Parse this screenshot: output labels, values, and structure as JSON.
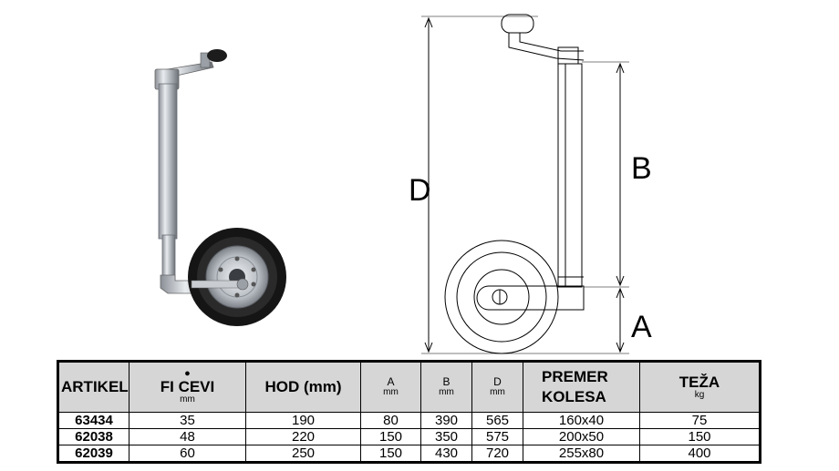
{
  "drawing": {
    "labels": {
      "d": "D",
      "b": "B",
      "a": "A"
    }
  },
  "table": {
    "headers": {
      "artikel": "ARTIKEL",
      "fi_cevi": {
        "dot": "●",
        "title": "FI CEVI",
        "unit": "mm"
      },
      "hod": "HOD (mm)",
      "a": {
        "letter": "A",
        "unit": "mm"
      },
      "b": {
        "letter": "B",
        "unit": "mm"
      },
      "d": {
        "letter": "D",
        "unit": "mm"
      },
      "premer": {
        "line1": "PREMER",
        "line2": "KOLESA"
      },
      "teza": {
        "title": "TEŽA",
        "unit": "kg"
      }
    },
    "rows": [
      {
        "artikel": "63434",
        "fi_cevi": "35",
        "hod": "190",
        "a": "80",
        "b": "390",
        "d": "565",
        "premer": "160x40",
        "teza": "75"
      },
      {
        "artikel": "62038",
        "fi_cevi": "48",
        "hod": "220",
        "a": "150",
        "b": "350",
        "d": "575",
        "premer": "200x50",
        "teza": "150"
      },
      {
        "artikel": "62039",
        "fi_cevi": "60",
        "hod": "250",
        "a": "150",
        "b": "430",
        "d": "720",
        "premer": "255x80",
        "teza": "400"
      }
    ]
  }
}
